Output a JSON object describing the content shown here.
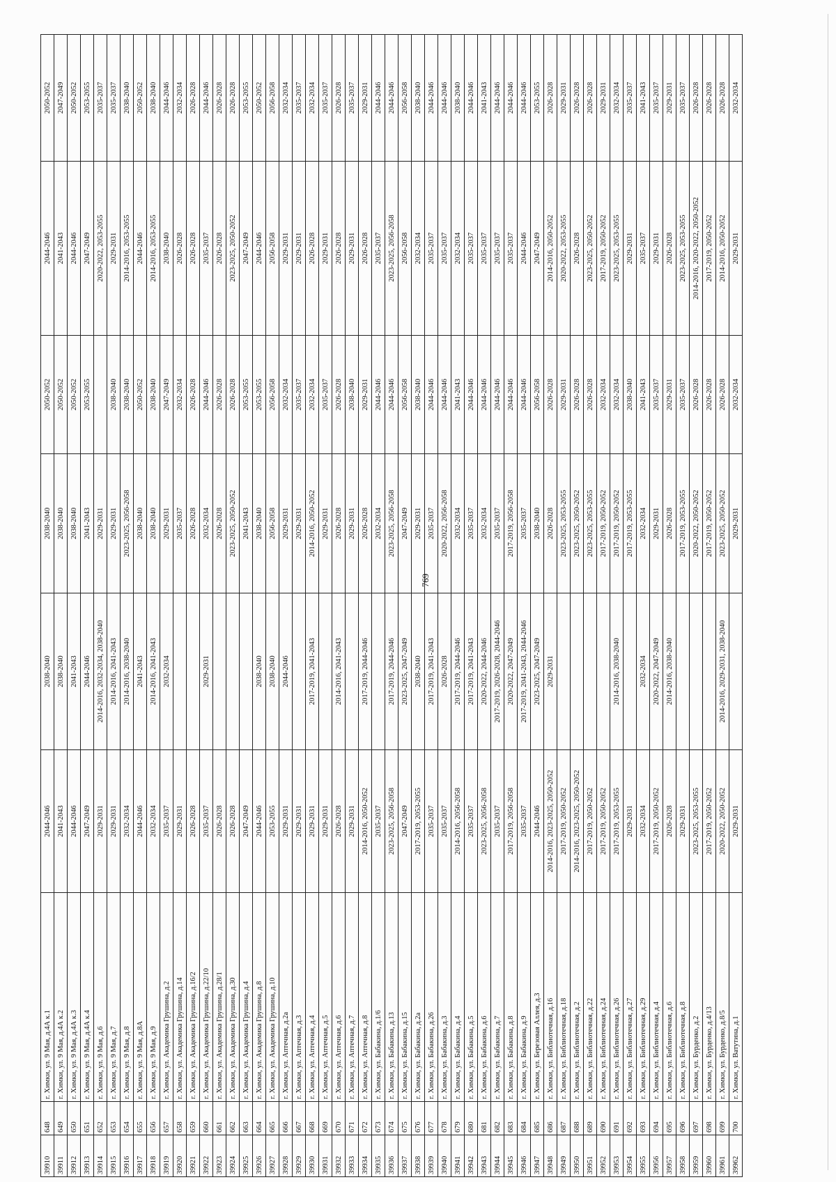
{
  "page_number": "769",
  "rows": [
    [
      "39910",
      "648",
      "г. Химки, ул. 9 Мая, д.4А к.1",
      "2044-2046",
      "2038-2040",
      "2038-2040",
      "2050-2052",
      "2044-2046",
      "2050-2052"
    ],
    [
      "39911",
      "649",
      "г. Химки, ул. 9 Мая, д.4А к.2",
      "2041-2043",
      "2038-2040",
      "2038-2040",
      "2050-2052",
      "2041-2043",
      "2047-2049"
    ],
    [
      "39912",
      "650",
      "г. Химки, ул. 9 Мая, д.4А к.3",
      "2044-2046",
      "2041-2043",
      "2038-2040",
      "2050-2052",
      "2044-2046",
      "2050-2052"
    ],
    [
      "39913",
      "651",
      "г. Химки, ул. 9 Мая, д.4А к.4",
      "2047-2049",
      "2044-2046",
      "2041-2043",
      "2053-2055",
      "2047-2049",
      "2053-2055"
    ],
    [
      "39914",
      "652",
      "г. Химки, ул. 9 Мая, д.6",
      "2029-2031",
      "2014-2016, 2032-2034, 2038-2040",
      "2029-2031",
      "",
      "2020-2022, 2053-2055",
      "2035-2037"
    ],
    [
      "39915",
      "653",
      "г. Химки, ул. 9 Мая, д.7",
      "2029-2031",
      "2014-2016, 2041-2043",
      "2029-2031",
      "2038-2040",
      "2029-2031",
      "2035-2037"
    ],
    [
      "39916",
      "654",
      "г. Химки, ул. 9 Мая, д.8",
      "2032-2034",
      "2014-2016, 2038-2040",
      "2023-2025, 2056-2058",
      "2038-2040",
      "2014-2016, 2053-2055",
      "2038-2040"
    ],
    [
      "39917",
      "655",
      "г. Химки, ул. 9 Мая, д.8А",
      "2044-2046",
      "2041-2043",
      "2038-2040",
      "2050-2052",
      "2044-2046",
      "2050-2052"
    ],
    [
      "39918",
      "656",
      "г. Химки, ул. 9 Мая, д.9",
      "2032-2034",
      "2014-2016, 2041-2043",
      "2038-2040",
      "2038-2040",
      "2014-2016, 2053-2055",
      "2038-2040"
    ],
    [
      "39919",
      "657",
      "г. Химки, ул. Академика Грушина, д.2",
      "2035-2037",
      "2032-2034",
      "2029-2031",
      "2047-2049",
      "2038-2040",
      "2044-2046"
    ],
    [
      "39920",
      "658",
      "г. Химки, ул. Академика Грушина, д.14",
      "2029-2031",
      "",
      "2035-2037",
      "2032-2034",
      "2026-2028",
      "2032-2034"
    ],
    [
      "39921",
      "659",
      "г. Химки, ул. Академика Грушина, д.16/2",
      "2026-2028",
      "",
      "2026-2028",
      "2026-2028",
      "2026-2028",
      "2026-2028"
    ],
    [
      "39922",
      "660",
      "г. Химки, ул. Академика Грушина, д.22/10",
      "2035-2037",
      "2029-2031",
      "2032-2034",
      "2044-2046",
      "2035-2037",
      "2044-2046"
    ],
    [
      "39923",
      "661",
      "г. Химки, ул. Академика Грушина, д.28/1",
      "2026-2028",
      "",
      "2026-2028",
      "2026-2028",
      "2026-2028",
      "2026-2028"
    ],
    [
      "39924",
      "662",
      "г. Химки, ул. Академика Грушина, д.30",
      "2026-2028",
      "",
      "2023-2025, 2050-2052",
      "2026-2028",
      "2023-2025, 2050-2052",
      "2026-2028"
    ],
    [
      "39925",
      "663",
      "г. Химки, ул. Академика Грушина, д.4",
      "2047-2049",
      "",
      "2041-2043",
      "2053-2055",
      "2047-2049",
      "2053-2055"
    ],
    [
      "39926",
      "664",
      "г. Химки, ул. Академика Грушина, д.8",
      "2044-2046",
      "2038-2040",
      "2038-2040",
      "2053-2055",
      "2044-2046",
      "2050-2052"
    ],
    [
      "39927",
      "665",
      "г. Химки, ул. Академика Грушина, д.10",
      "2053-2055",
      "2038-2040",
      "2056-2058",
      "2056-2058",
      "2056-2058",
      "2056-2058"
    ],
    [
      "39928",
      "666",
      "г. Химки, ул. Аптечная, д.2а",
      "2029-2031",
      "2044-2046",
      "2029-2031",
      "2032-2034",
      "2029-2031",
      "2032-2034"
    ],
    [
      "39929",
      "667",
      "г. Химки, ул. Аптечная, д.3",
      "2029-2031",
      "",
      "2029-2031",
      "2035-2037",
      "2029-2031",
      "2035-2037"
    ],
    [
      "39930",
      "668",
      "г. Химки, ул. Аптечная, д.4",
      "2029-2031",
      "2017-2019, 2041-2043",
      "2014-2016, 2050-2052",
      "2032-2034",
      "2026-2028",
      "2032-2034"
    ],
    [
      "39931",
      "669",
      "г. Химки, ул. Аптечная, д.5",
      "2029-2031",
      "",
      "2029-2031",
      "2035-2037",
      "2029-2031",
      "2035-2037"
    ],
    [
      "39932",
      "670",
      "г. Химки, ул. Аптечная, д.6",
      "2026-2028",
      "2014-2016, 2041-2043",
      "2026-2028",
      "2026-2028",
      "2026-2028",
      "2026-2028"
    ],
    [
      "39933",
      "671",
      "г. Химки, ул. Аптечная, д.7",
      "2029-2031",
      "",
      "2029-2031",
      "2038-2040",
      "2029-2031",
      "2035-2037"
    ],
    [
      "39934",
      "672",
      "г. Химки, ул. Аптечная, д.8",
      "2014-2016, 2050-2052",
      "2017-2019, 2044-2046",
      "2026-2028",
      "2029-2031",
      "2026-2028",
      "2029-2031"
    ],
    [
      "39935",
      "673",
      "г. Химки, ул. Бабакина, д.1/6",
      "2035-2037",
      "",
      "2032-2034",
      "2044-2046",
      "2035-2037",
      "2044-2046"
    ],
    [
      "39936",
      "674",
      "г. Химки, ул. Бабакина, д.13",
      "2023-2025, 2056-2058",
      "2017-2019, 2044-2046",
      "2023-2025, 2056-2058",
      "2044-2046",
      "2023-2025, 2056-2058",
      "2044-2046"
    ],
    [
      "39937",
      "675",
      "г. Химки, ул. Бабакина, д.15",
      "2047-2049",
      "2023-2025, 2047-2049",
      "2047-2049",
      "2056-2058",
      "2056-2058",
      "2056-2058"
    ],
    [
      "39938",
      "676",
      "г. Химки, ул. Бабакина, д.2а",
      "2017-2019, 2053-2055",
      "2038-2040",
      "2029-2031",
      "2038-2040",
      "2032-2034",
      "2038-2040"
    ],
    [
      "39939",
      "677",
      "г. Химки, ул. Бабакина, д.26",
      "2035-2037",
      "2017-2019, 2041-2043",
      "2035-2037",
      "2044-2046",
      "2035-2037",
      "2044-2046"
    ],
    [
      "39940",
      "678",
      "г. Химки, ул. Бабакина, д.3",
      "2035-2037",
      "2026-2028",
      "2020-2022, 2056-2058",
      "2044-2046",
      "2035-2037",
      "2044-2046"
    ],
    [
      "39941",
      "679",
      "г. Химки, ул. Бабакина, д.4",
      "2014-2016, 2056-2058",
      "2017-2019, 2044-2046",
      "2032-2034",
      "2041-2043",
      "2032-2034",
      "2038-2040"
    ],
    [
      "39942",
      "680",
      "г. Химки, ул. Бабакина, д.5",
      "2035-2037",
      "2017-2019, 2041-2043",
      "2035-2037",
      "2044-2046",
      "2035-2037",
      "2044-2046"
    ],
    [
      "39943",
      "681",
      "г. Химки, ул. Бабакина, д.6",
      "2023-2025, 2056-2058",
      "2020-2022, 2044-2046",
      "2032-2034",
      "2044-2046",
      "2035-2037",
      "2041-2043"
    ],
    [
      "39944",
      "682",
      "г. Химки, ул. Бабакина, д.7",
      "2035-2037",
      "2017-2019, 2026-2028, 2044-2046",
      "2035-2037",
      "2044-2046",
      "2035-2037",
      "2044-2046"
    ],
    [
      "39945",
      "683",
      "г. Химки, ул. Бабакина, д.8",
      "2017-2019, 2056-2058",
      "2020-2022, 2047-2049",
      "2017-2019, 2056-2058",
      "2044-2046",
      "2035-2037",
      "2044-2046"
    ],
    [
      "39946",
      "684",
      "г. Химки, ул. Бабакина, д.9",
      "2035-2037",
      "2017-2019, 2041-2043, 2044-2046",
      "2035-2037",
      "2044-2046",
      "2044-2046",
      "2044-2046"
    ],
    [
      "39947",
      "685",
      "г. Химки, ул. Березовая Аллея, д.3",
      "2044-2046",
      "2023-2025, 2047-2049",
      "2038-2040",
      "2056-2058",
      "2047-2049",
      "2053-2055"
    ],
    [
      "39948",
      "686",
      "г. Химки, ул. Библиотечная, д.16",
      "2014-2016, 2023-2025, 2050-2052",
      "2029-2031",
      "2026-2028",
      "2026-2028",
      "2014-2016, 2050-2052",
      "2026-2028"
    ],
    [
      "39949",
      "687",
      "г. Химки, ул. Библиотечная, д.18",
      "2017-2019, 2050-2052",
      "",
      "2023-2025, 2053-2055",
      "2029-2031",
      "2020-2022, 2053-2055",
      "2029-2031"
    ],
    [
      "39950",
      "688",
      "г. Химки, ул. Библиотечная, д.2",
      "2014-2016, 2023-2025, 2050-2052",
      "",
      "2023-2025, 2050-2052",
      "2026-2028",
      "2026-2028",
      "2026-2028"
    ],
    [
      "39951",
      "689",
      "г. Химки, ул. Библиотечная, д.22",
      "2017-2019, 2050-2052",
      "",
      "2023-2025, 2053-2055",
      "2026-2028",
      "2023-2025, 2050-2052",
      "2026-2028"
    ],
    [
      "39952",
      "690",
      "г. Химки, ул. Библиотечная, д.24",
      "2017-2019, 2050-2052",
      "",
      "2017-2019, 2050-2052",
      "2032-2034",
      "2017-2019, 2050-2052",
      "2029-2031"
    ],
    [
      "39953",
      "691",
      "г. Химки, ул. Библиотечная, д.26",
      "2017-2019, 2053-2055",
      "2014-2016, 2038-2040",
      "2017-2019, 2050-2052",
      "2032-2034",
      "2023-2025, 2053-2055",
      "2032-2034"
    ],
    [
      "39954",
      "692",
      "г. Химки, ул. Библиотечная, д.27",
      "2029-2031",
      "",
      "2017-2019, 2053-2055",
      "2038-2040",
      "2029-2031",
      "2035-2037"
    ],
    [
      "39955",
      "693",
      "г. Химки, ул. Библиотечная, д.29",
      "2032-2034",
      "2032-2034",
      "2032-2034",
      "2041-2043",
      "2035-2037",
      "2041-2043"
    ],
    [
      "39956",
      "694",
      "г. Химки, ул. Библиотечная, д.4",
      "2017-2019, 2050-2052",
      "2020-2022, 2047-2049",
      "2029-2031",
      "2035-2037",
      "2029-2031",
      "2035-2037"
    ],
    [
      "39957",
      "695",
      "г. Химки, ул. Библиотечная, д.6",
      "2026-2028",
      "2014-2016, 2038-2040",
      "2026-2028",
      "2029-2031",
      "2026-2028",
      "2029-2031"
    ],
    [
      "39958",
      "696",
      "г. Химки, ул. Библиотечная, д.8",
      "2029-2031",
      "",
      "2017-2019, 2053-2055",
      "2035-2037",
      "2023-2025, 2053-2055",
      "2035-2037"
    ],
    [
      "39959",
      "697",
      "г. Химки, ул. Бурденко, д.2",
      "2023-2025, 2053-2055",
      "",
      "2020-2022, 2050-2052",
      "2026-2028",
      "2014-2016, 2020-2022, 2050-2052",
      "2026-2028"
    ],
    [
      "39960",
      "698",
      "г. Химки, ул. Бурденко, д.4/13",
      "2017-2019, 2050-2052",
      "",
      "2017-2019, 2050-2052",
      "2026-2028",
      "2017-2019, 2050-2052",
      "2026-2028"
    ],
    [
      "39961",
      "699",
      "г. Химки, ул. Бурденко, д.8/5",
      "2020-2022, 2050-2052",
      "2014-2016, 2029-2031, 2038-2040",
      "2023-2025, 2050-2052",
      "2026-2028",
      "2014-2016, 2050-2052",
      "2026-2028"
    ],
    [
      "39962",
      "700",
      "г. Химки, ул. Ватутина, д.1",
      "2029-2031",
      "",
      "2029-2031",
      "2032-2034",
      "2029-2031",
      "2032-2034"
    ]
  ]
}
